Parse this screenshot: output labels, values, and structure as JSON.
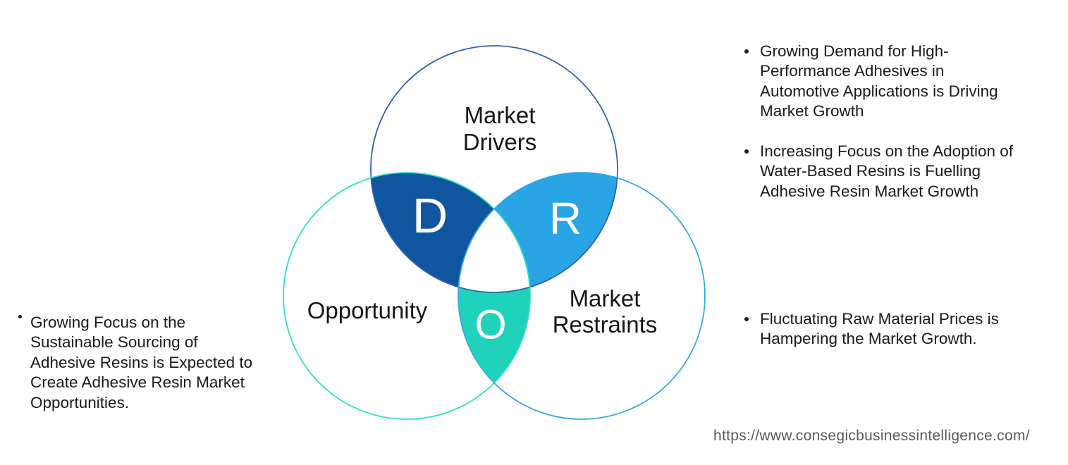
{
  "left_note": {
    "lines": [
      "Growing Focus on the",
      "Sustainable Sourcing of",
      "Adhesive Resins is Expected to",
      "Create Adhesive Resin Market",
      "Opportunities."
    ]
  },
  "right_notes": [
    {
      "lines": [
        "Growing Demand for High-",
        "Performance Adhesives in",
        "Automotive Applications is Driving",
        "Market Growth"
      ]
    },
    {
      "lines": [
        "Increasing Focus on the Adoption of",
        "Water-Based Resins is Fuelling",
        "Adhesive Resin Market Growth"
      ]
    },
    {
      "lines": [
        "Fluctuating Raw Material Prices is",
        "Hampering the Market Growth."
      ]
    }
  ],
  "venn": {
    "drivers": {
      "label_lines": [
        "Market",
        "Drivers"
      ],
      "letter": "D",
      "region_fill": "#10569e",
      "circle_stroke": "#2e62ae"
    },
    "restraints": {
      "label_lines": [
        "Market",
        "Restraints"
      ],
      "letter": "R",
      "region_fill": "#29a4e4",
      "circle_stroke": "#38a7e3"
    },
    "opportunity": {
      "label": "Opportunity",
      "letter": "O",
      "region_fill": "#1fd3ba",
      "circle_stroke": "#2fe0c7"
    }
  },
  "source_url": "https://www.consegicbusinessintelligence.com/",
  "colors": {
    "body_text": "#1a1a1a",
    "url_text": "#58595b",
    "letter_text": "#ffffff",
    "center_fill": "#ffffff"
  }
}
